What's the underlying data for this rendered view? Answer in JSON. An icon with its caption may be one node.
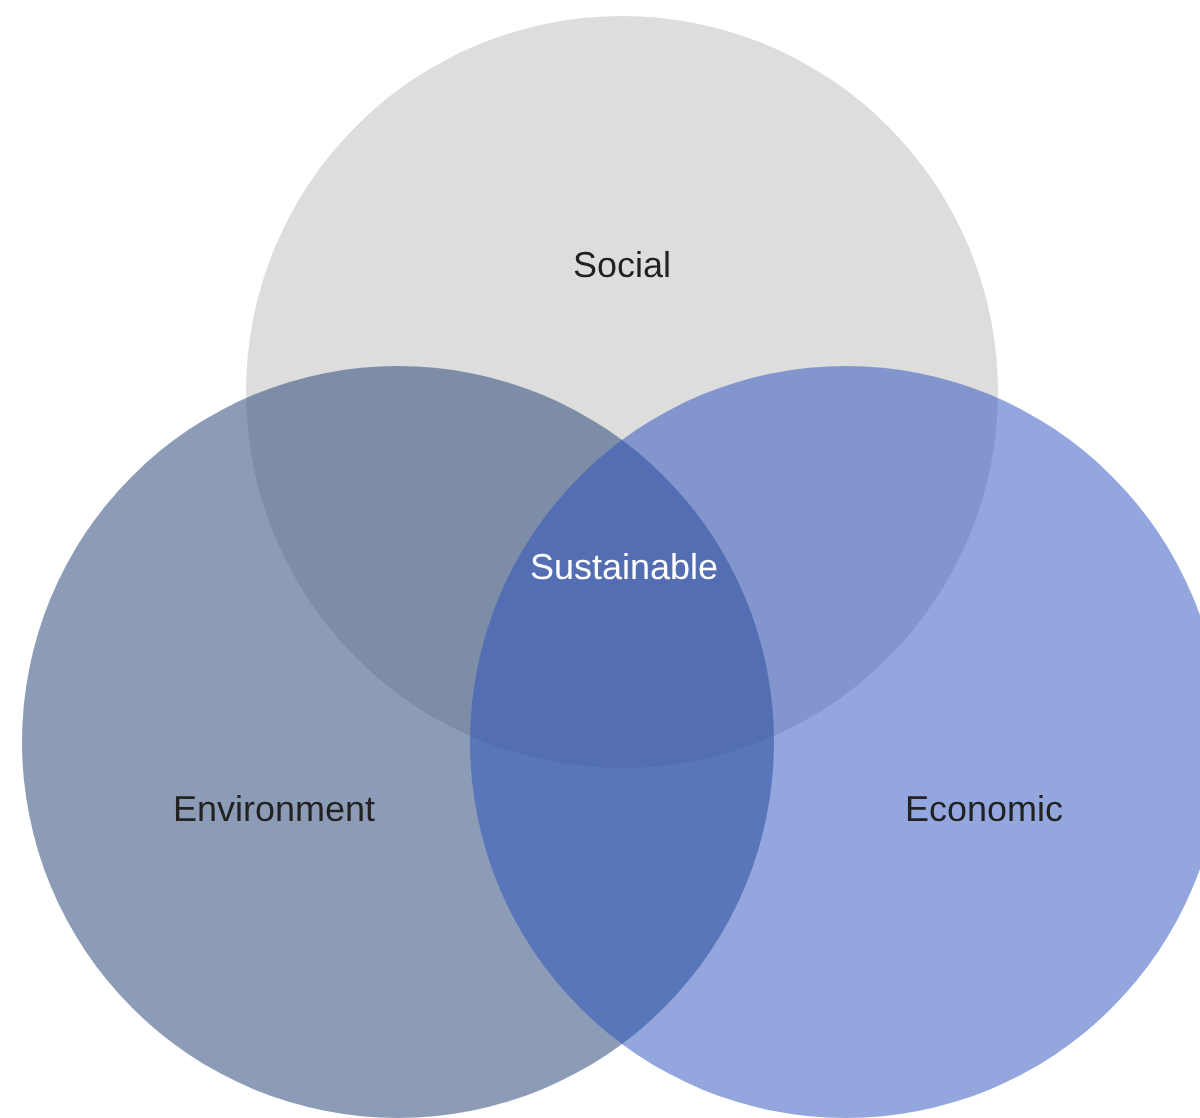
{
  "diagram": {
    "nodes": [
      {
        "text": [
          "Social"
        ]
      },
      {
        "text": [
          "Environment"
        ]
      },
      {
        "text": [
          "Economic"
        ]
      }
    ],
    "labels": [
      "Sustainable"
    ]
  }
}
